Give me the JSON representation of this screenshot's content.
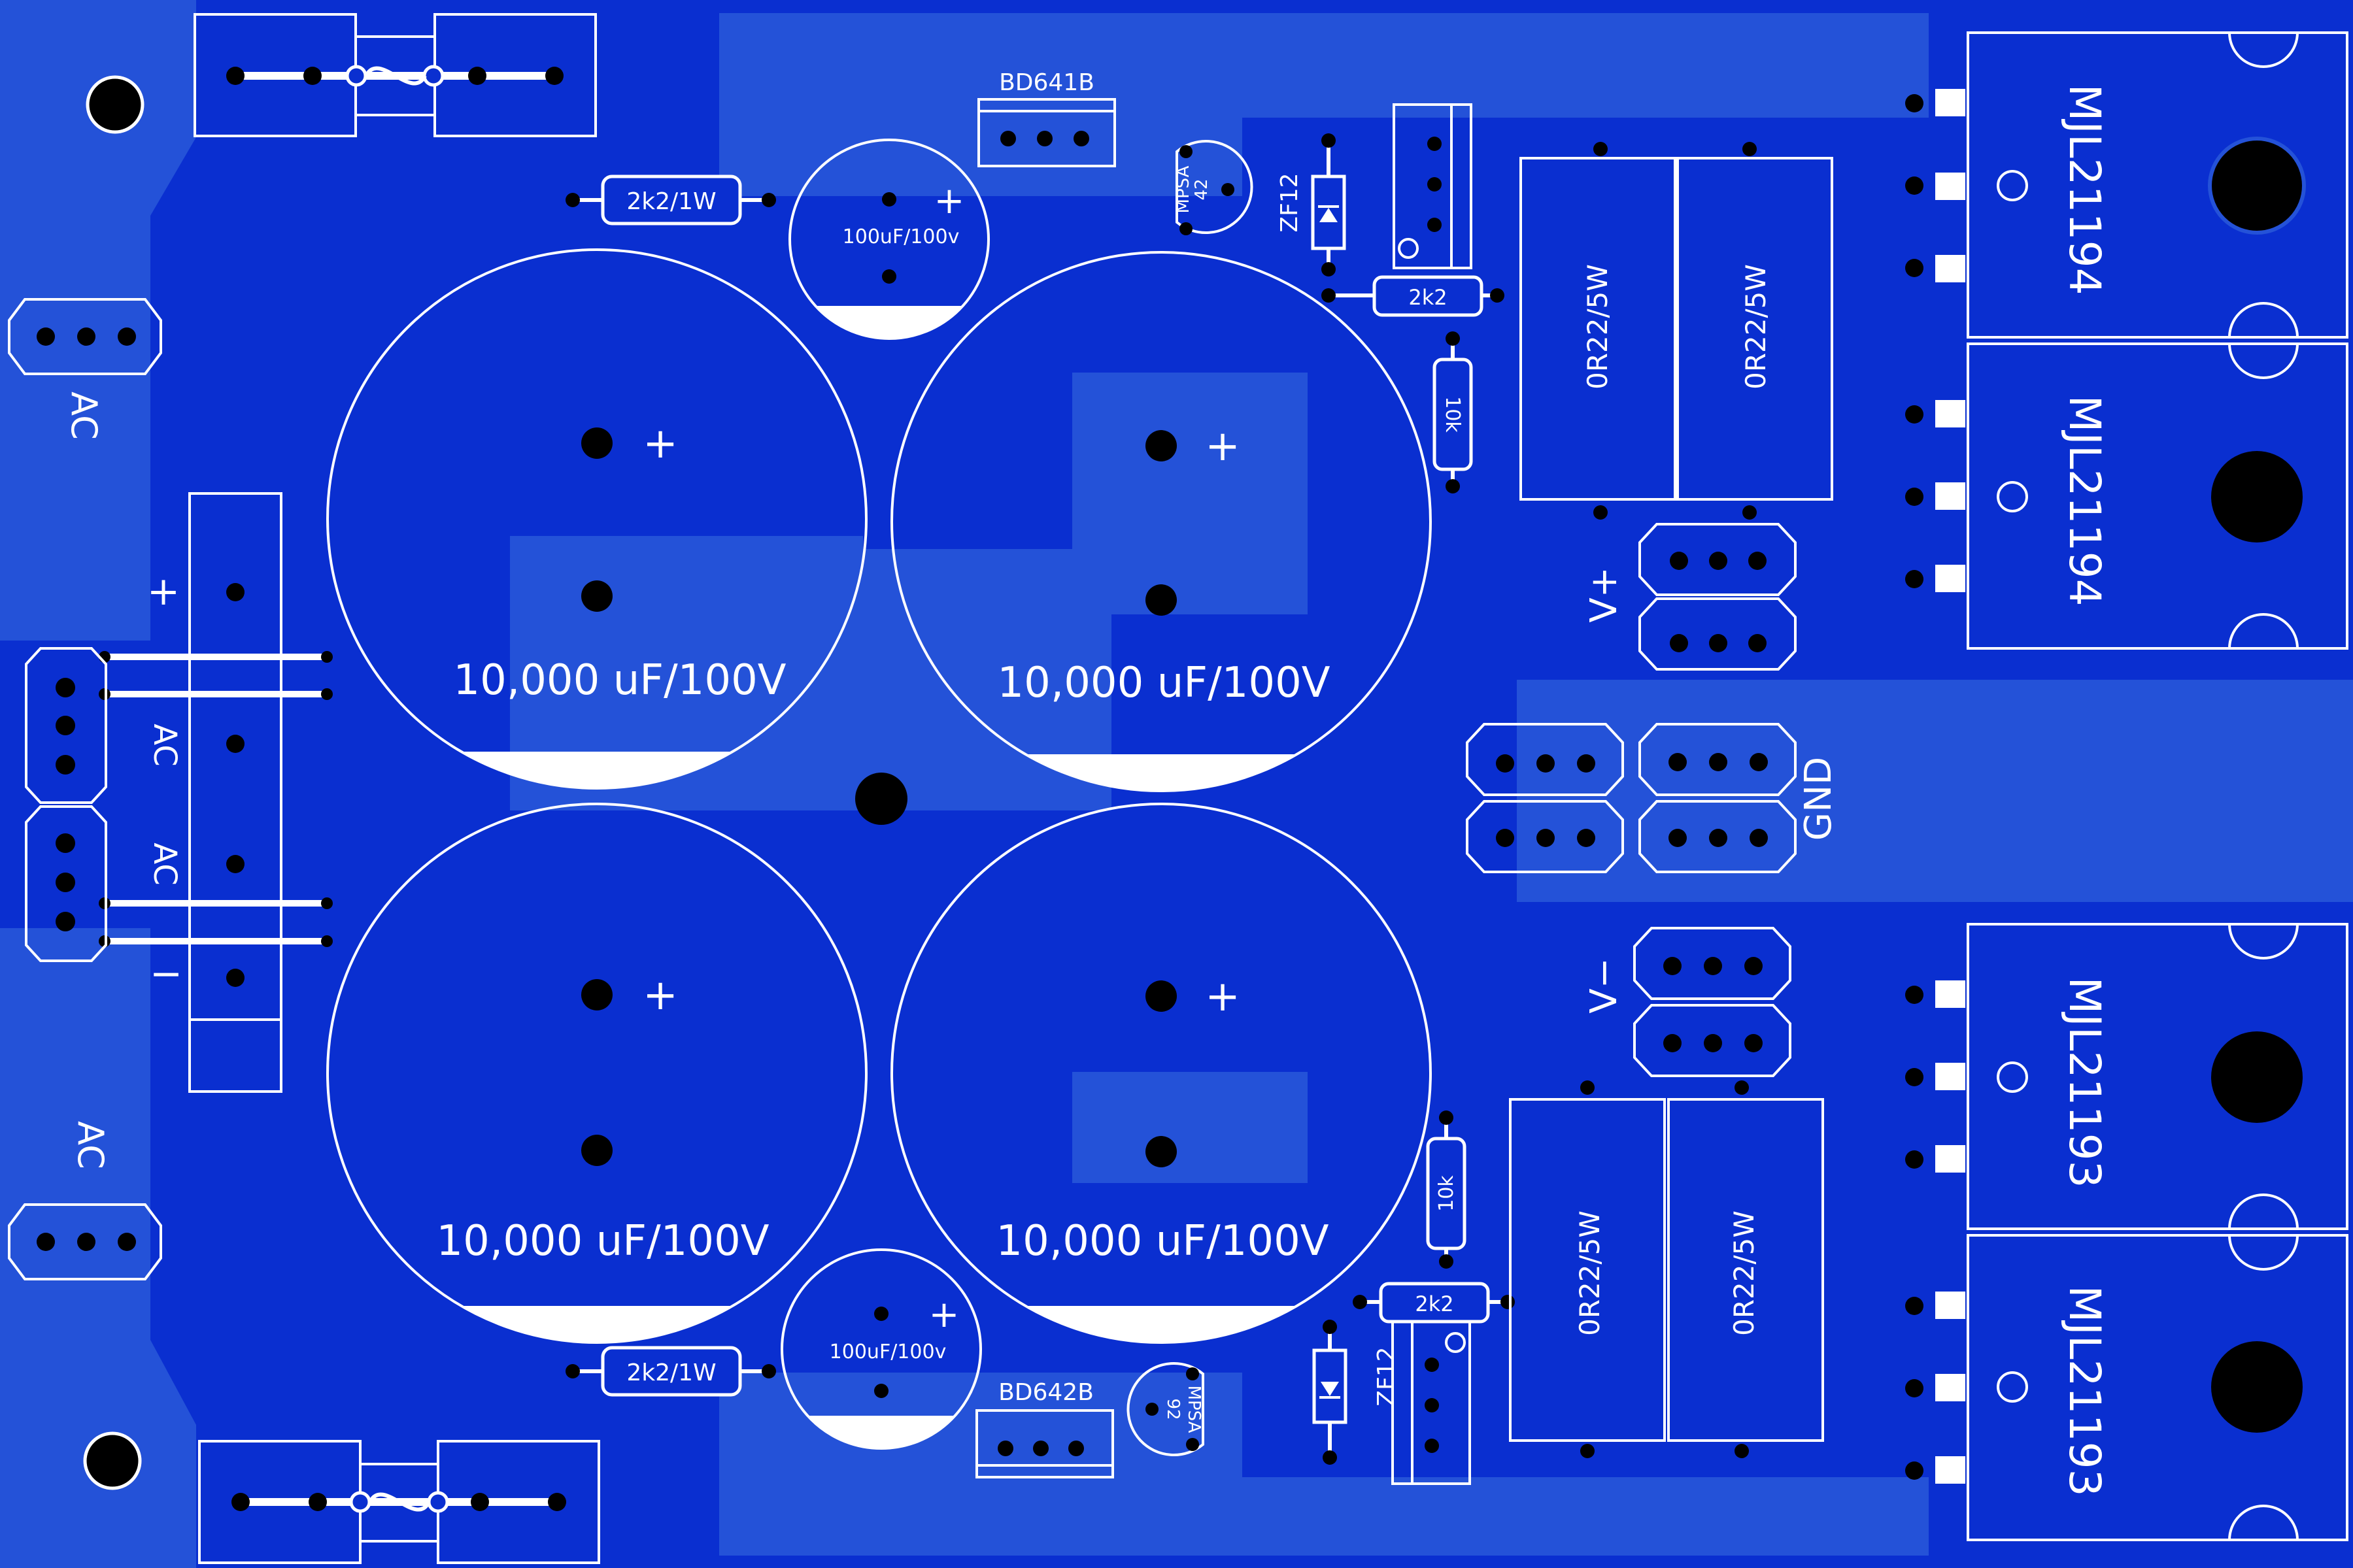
{
  "colors": {
    "board": "#0a2fd0",
    "copper": "#2452d8",
    "silkscreen": "#ffffff",
    "drill": "#000000"
  },
  "connectors": {
    "ac_top": "AC",
    "ac_bottom": "AC",
    "bridge_plus": "+",
    "bridge_minus": "−",
    "bridge_ac1": "AC",
    "bridge_ac2": "AC",
    "v_plus": "V+",
    "v_minus": "V−",
    "gnd": "GND"
  },
  "capacitors": {
    "main_tl": "10,000 uF/100V",
    "main_tr": "10,000 uF/100V",
    "main_bl": "10,000 uF/100V",
    "main_br": "10,000 uF/100V",
    "small_top": "100uF/100v",
    "small_bottom": "100uF/100v",
    "plus": "+"
  },
  "resistors": {
    "r_top": "2k2/1W",
    "r_bottom": "2k2/1W",
    "r_2k2_top": "2k2",
    "r_2k2_bottom": "2k2",
    "r_10k_top": "10k",
    "r_10k_bottom": "10k",
    "r_emit_1": "0R22/5W",
    "r_emit_2": "0R22/5W",
    "r_emit_3": "0R22/5W",
    "r_emit_4": "0R22/5W"
  },
  "semiconductors": {
    "driver_top": "BD641B",
    "driver_bottom": "BD642B",
    "zener_top": "ZF12",
    "zener_bottom": "ZF12",
    "mpsa_top_l1": "MPSA",
    "mpsa_top_l2": "42",
    "mpsa_bottom_l1": "MPSA",
    "mpsa_bottom_l2": "92",
    "power_1": "MJL21194",
    "power_2": "MJL21194",
    "power_3": "MJL21193",
    "power_4": "MJL21193"
  }
}
